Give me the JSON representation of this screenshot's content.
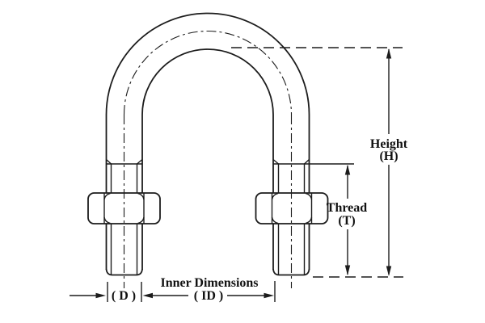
{
  "diagram": {
    "colors": {
      "background": "#ffffff",
      "line": "#1c1c1c",
      "text": "#111111"
    },
    "dimensions": {
      "height": {
        "label": "Height",
        "symbol": "(H)"
      },
      "thread": {
        "label": "Thread",
        "symbol": "(T)"
      },
      "inner": {
        "label": "Inner Dimensions",
        "symbol": "( ID )"
      },
      "diameter": {
        "symbol": "( D )"
      }
    }
  }
}
